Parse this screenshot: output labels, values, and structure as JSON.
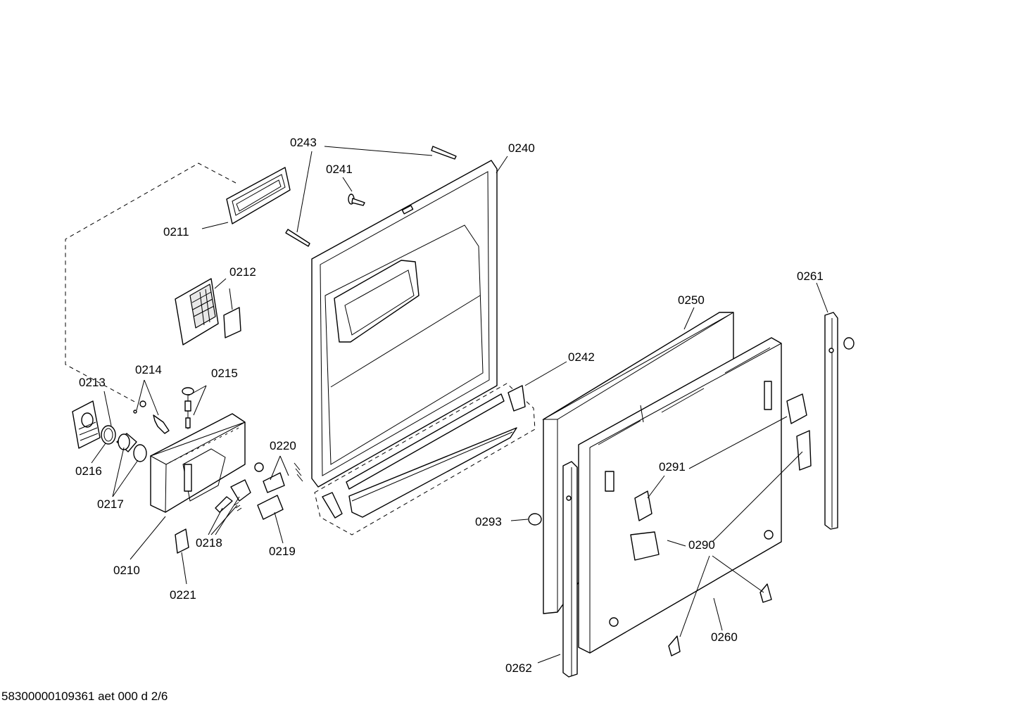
{
  "labels": {
    "p0211": "0211",
    "p0212": "0212",
    "p0213": "0213",
    "p0214": "0214",
    "p0215": "0215",
    "p0216": "0216",
    "p0217": "0217",
    "p0210": "0210",
    "p0218": "0218",
    "p0219": "0219",
    "p0220": "0220",
    "p0221": "0221",
    "p0240": "0240",
    "p0241": "0241",
    "p0242": "0242",
    "p0243": "0243",
    "p0250": "0250",
    "p0260": "0260",
    "p0261": "0261",
    "p0262": "0262",
    "p0290": "0290",
    "p0291": "0291",
    "p0293": "0293"
  },
  "footer": {
    "document_code": "58300000109361 aet 000 d 2/6"
  }
}
